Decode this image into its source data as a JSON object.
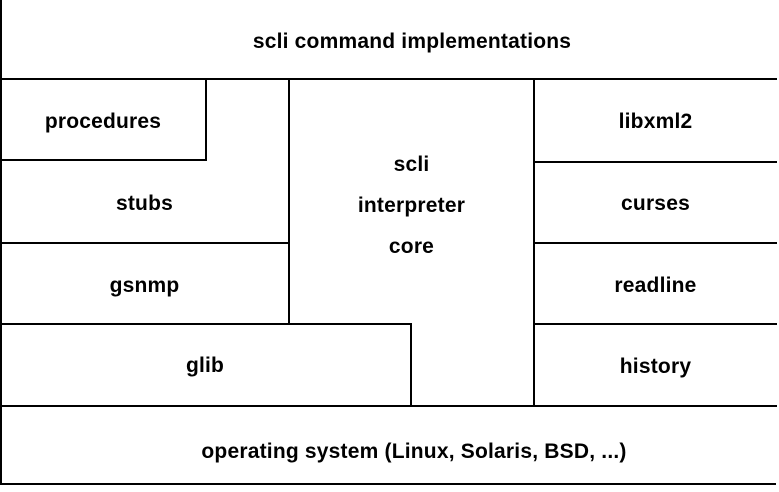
{
  "diagram": {
    "title": "scli command implementations",
    "boxes": {
      "procedures": "procedures",
      "stubs": "stubs",
      "gsnmp": "gsnmp",
      "glib": "glib",
      "interpreter_lines": [
        "scli",
        "interpreter",
        "core"
      ],
      "libxml2": "libxml2",
      "curses": "curses",
      "readline": "readline",
      "history": "history",
      "operating_system": "operating system (Linux, Solaris, BSD, ...)"
    },
    "colors": {
      "line": "#000000",
      "background": "#ffffff",
      "text": "#000000"
    }
  }
}
